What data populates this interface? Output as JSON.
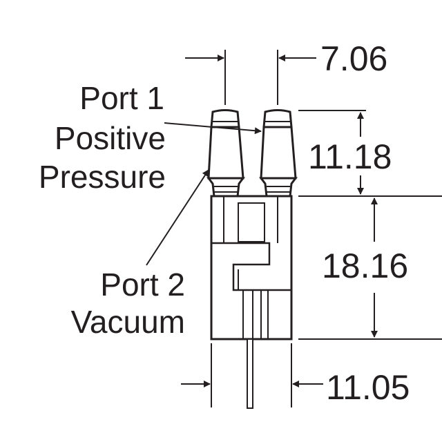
{
  "labels": {
    "port1_line1": "Port 1",
    "port1_line2": "Positive",
    "port1_line3": "Pressure",
    "port2_line1": "Port 2",
    "port2_line2": "Vacuum"
  },
  "dimensions": {
    "port_spacing": "7.06",
    "port_height": "11.18",
    "body_height": "18.16",
    "body_width": "11.05"
  },
  "colors": {
    "ink": "#231f20",
    "background": "#ffffff"
  }
}
